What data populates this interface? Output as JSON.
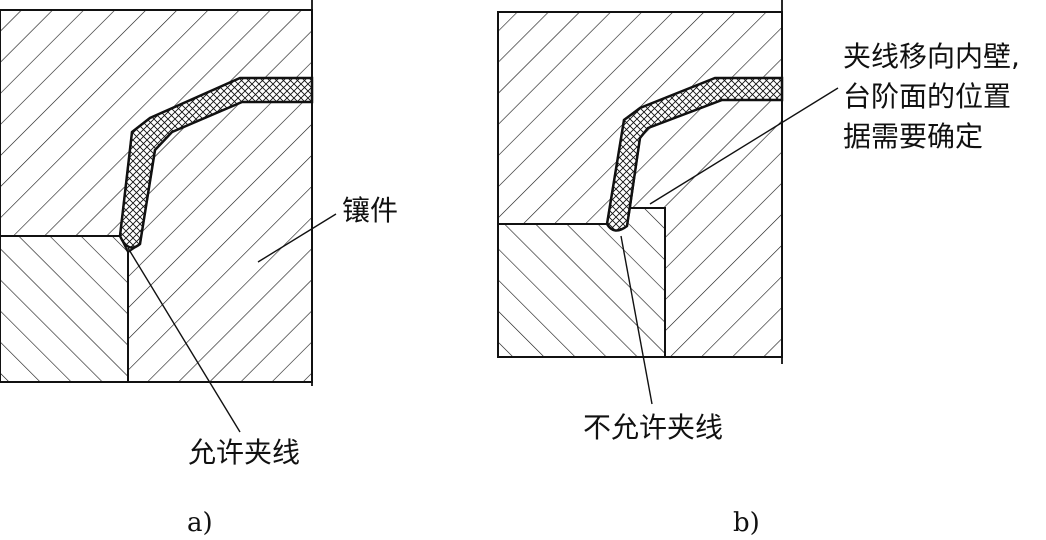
{
  "panel_a": {
    "caption": "a)",
    "insert_label": "镶件",
    "parting_label": "允许夹线"
  },
  "panel_b": {
    "caption": "b)",
    "parting_label": "不允许夹线",
    "note_lines": [
      "夹线移向内壁,",
      "台阶面的位置",
      "据需要确定"
    ]
  },
  "colors": {
    "line": "#111111",
    "background": "#ffffff"
  }
}
